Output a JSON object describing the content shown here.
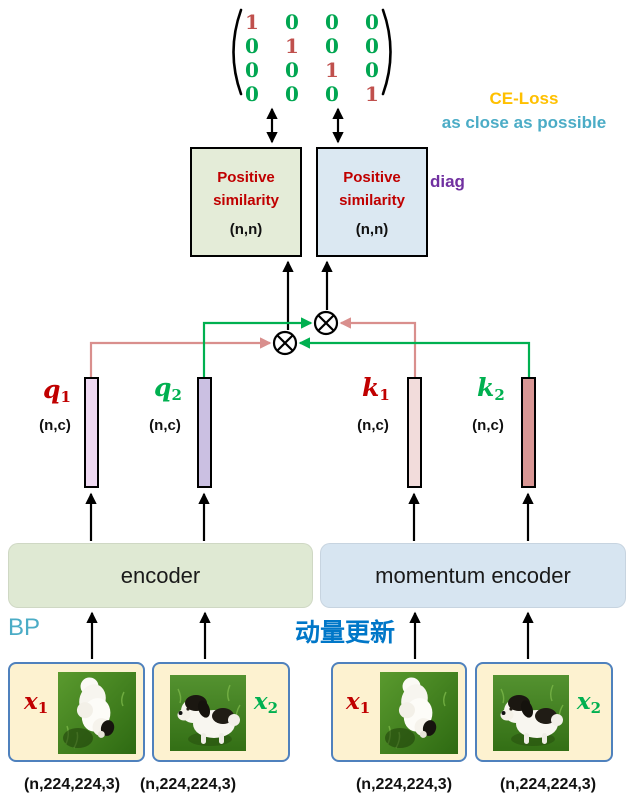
{
  "matrix": {
    "rows": [
      [
        "1",
        "0",
        "0",
        "0"
      ],
      [
        "0",
        "1",
        "0",
        "0"
      ],
      [
        "0",
        "0",
        "1",
        "0"
      ],
      [
        "0",
        "0",
        "0",
        "1"
      ]
    ]
  },
  "loss": {
    "title": "CE-Loss",
    "subtitle": "as close as possible"
  },
  "similarity": {
    "left": {
      "line1": "Positive",
      "line2": "similarity",
      "shape": "(n,n)"
    },
    "right": {
      "line1": "Positive",
      "line2": "similarity",
      "shape": "(n,n)"
    },
    "diag": "diag"
  },
  "vectors": {
    "q1": {
      "base": "q",
      "sub": "1",
      "shape": "(n,c)"
    },
    "q2": {
      "base": "q",
      "sub": "2",
      "shape": "(n,c)"
    },
    "k1": {
      "base": "k",
      "sub": "1",
      "shape": "(n,c)"
    },
    "k2": {
      "base": "k",
      "sub": "2",
      "shape": "(n,c)"
    }
  },
  "encoders": {
    "left": "encoder",
    "right": "momentum encoder"
  },
  "updates": {
    "left": "BP",
    "right": "动量更新"
  },
  "inputs": {
    "x1a": {
      "base": "x",
      "sub": "1",
      "dims": "(n,224,224,3)"
    },
    "x2a": {
      "base": "x",
      "sub": "2",
      "dims": "(n,224,224,3)"
    },
    "x1b": {
      "base": "x",
      "sub": "1",
      "dims": "(n,224,224,3)"
    },
    "x2b": {
      "base": "x",
      "sub": "2",
      "dims": "(n,224,224,3)"
    }
  },
  "icons": {
    "multiply": "circled-times",
    "similarity_arrows": "double-headed-arrow"
  },
  "colors": {
    "label_red": "#C00000",
    "label_green": "#00B050",
    "salmon_line": "#D98F8D",
    "green_line": "#00B050",
    "purple": "#7030A0",
    "loss_orange": "#FFC000",
    "loss_teal": "#4BACC6",
    "cjk_blue": "#0077C8",
    "matrix_one": "#C0504D",
    "matrix_zero": "#00A651",
    "sim_left_bg": "#E4ECD8",
    "sim_right_bg": "#DBE8F2",
    "encoder_bg": "#DFE9D3",
    "momentum_bg": "#D7E5F1",
    "input_bg": "#FDF2D0",
    "input_border": "#4F81BD"
  }
}
